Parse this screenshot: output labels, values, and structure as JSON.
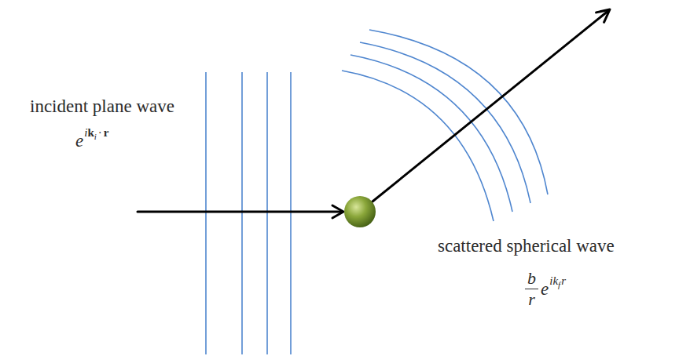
{
  "diagram": {
    "labels": [
      "incident plane wave",
      "e",
      "i",
      "k",
      "i",
      "·",
      "r",
      "scattered spherical wave",
      "b",
      "r",
      "e",
      "i",
      "k",
      "f",
      "r"
    ]
  }
}
